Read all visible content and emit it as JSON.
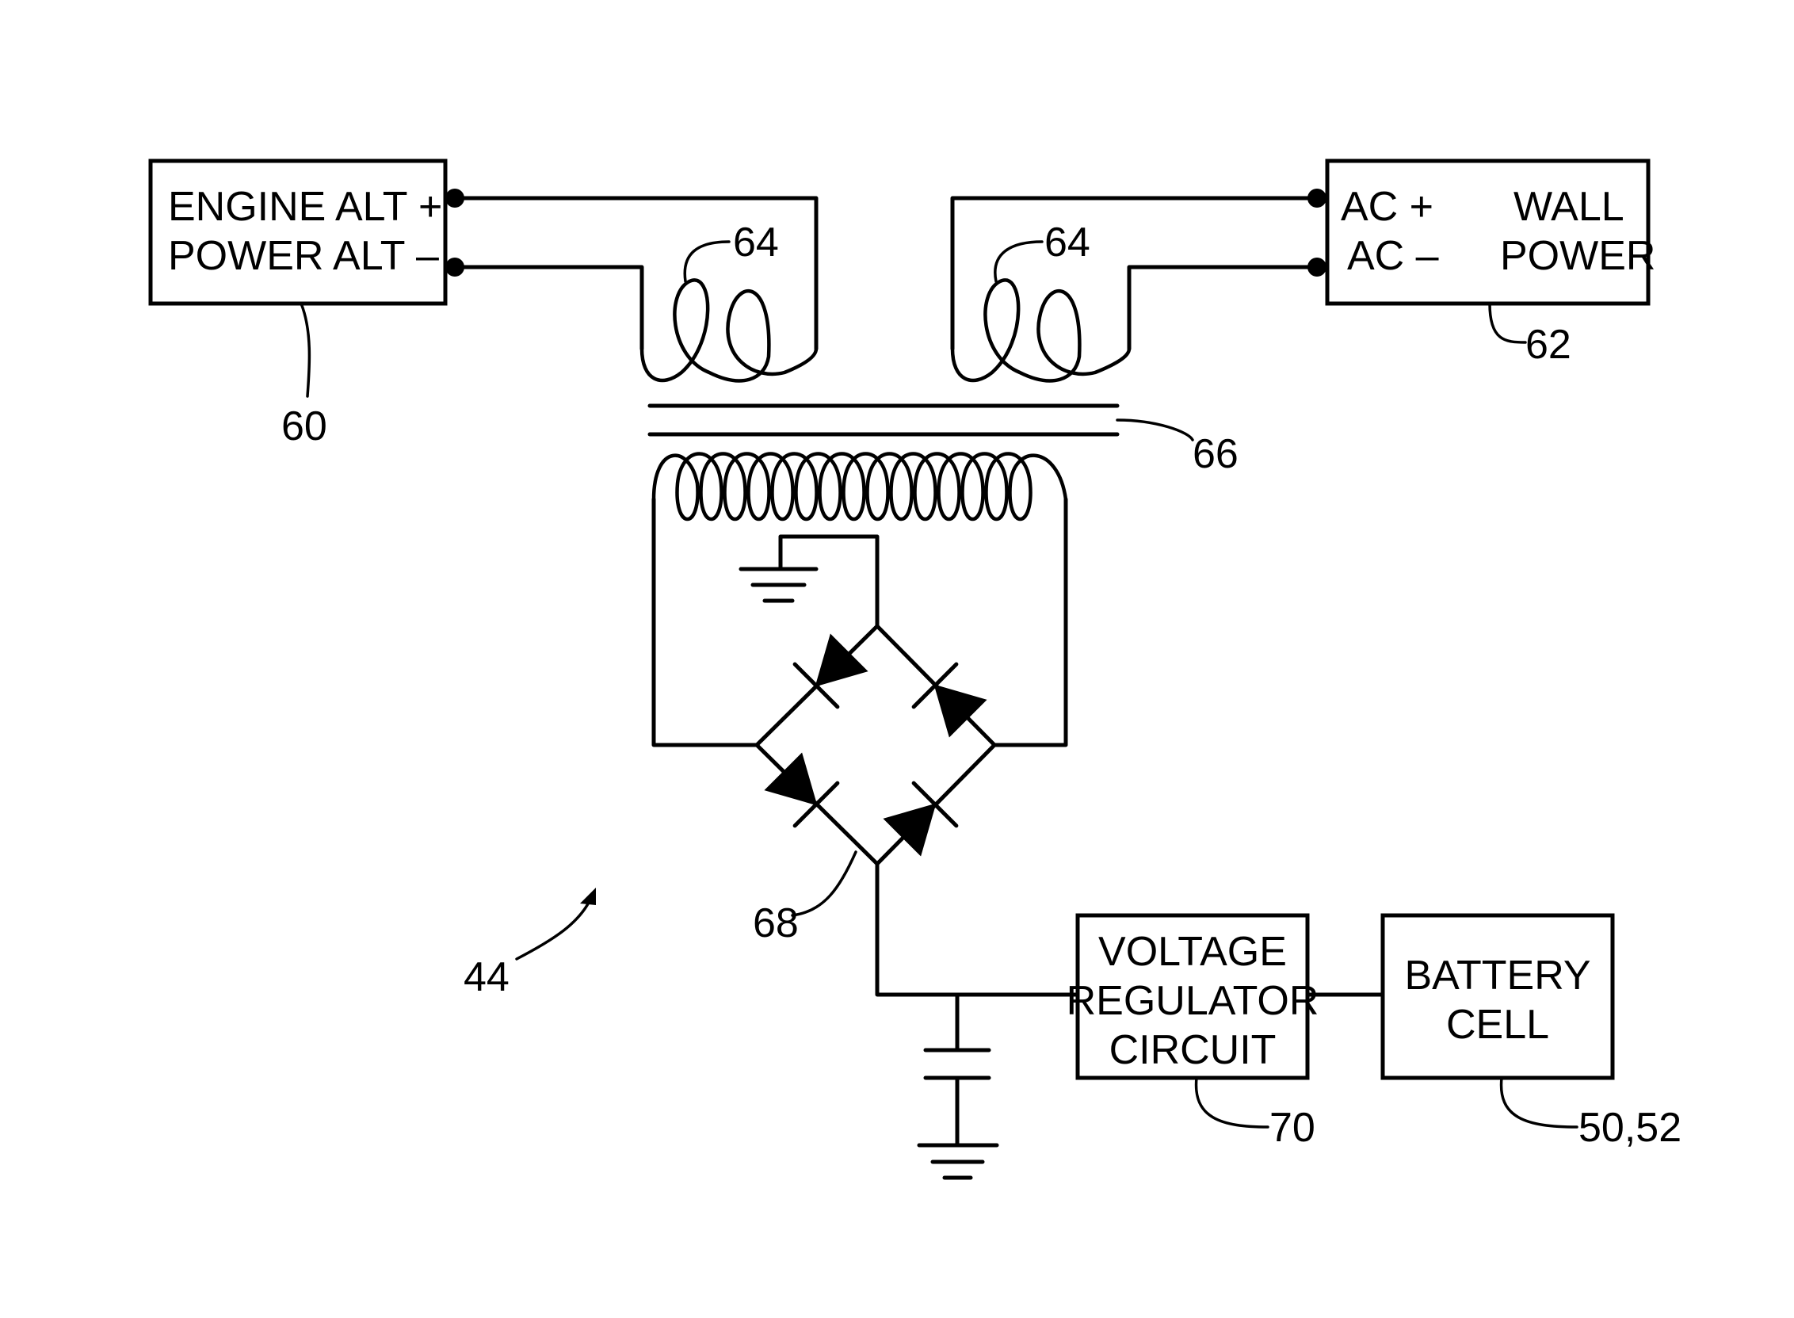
{
  "boxes": {
    "engine": {
      "line1": "ENGINE  ALT  +",
      "line2": "POWER  ALT  –"
    },
    "wall": {
      "line1_left": "AC  +",
      "line1_right": "WALL",
      "line2_left": "AC  –",
      "line2_right": "POWER"
    },
    "regulator": {
      "line1": "VOLTAGE",
      "line2": "REGULATOR",
      "line3": "CIRCUIT"
    },
    "battery": {
      "line1": "BATTERY",
      "line2": "CELL"
    }
  },
  "refs": {
    "engine": "60",
    "wall": "62",
    "primary_left": "64",
    "primary_right": "64",
    "core": "66",
    "bridge": "68",
    "regulator": "70",
    "battery": "50,52",
    "system": "44"
  }
}
